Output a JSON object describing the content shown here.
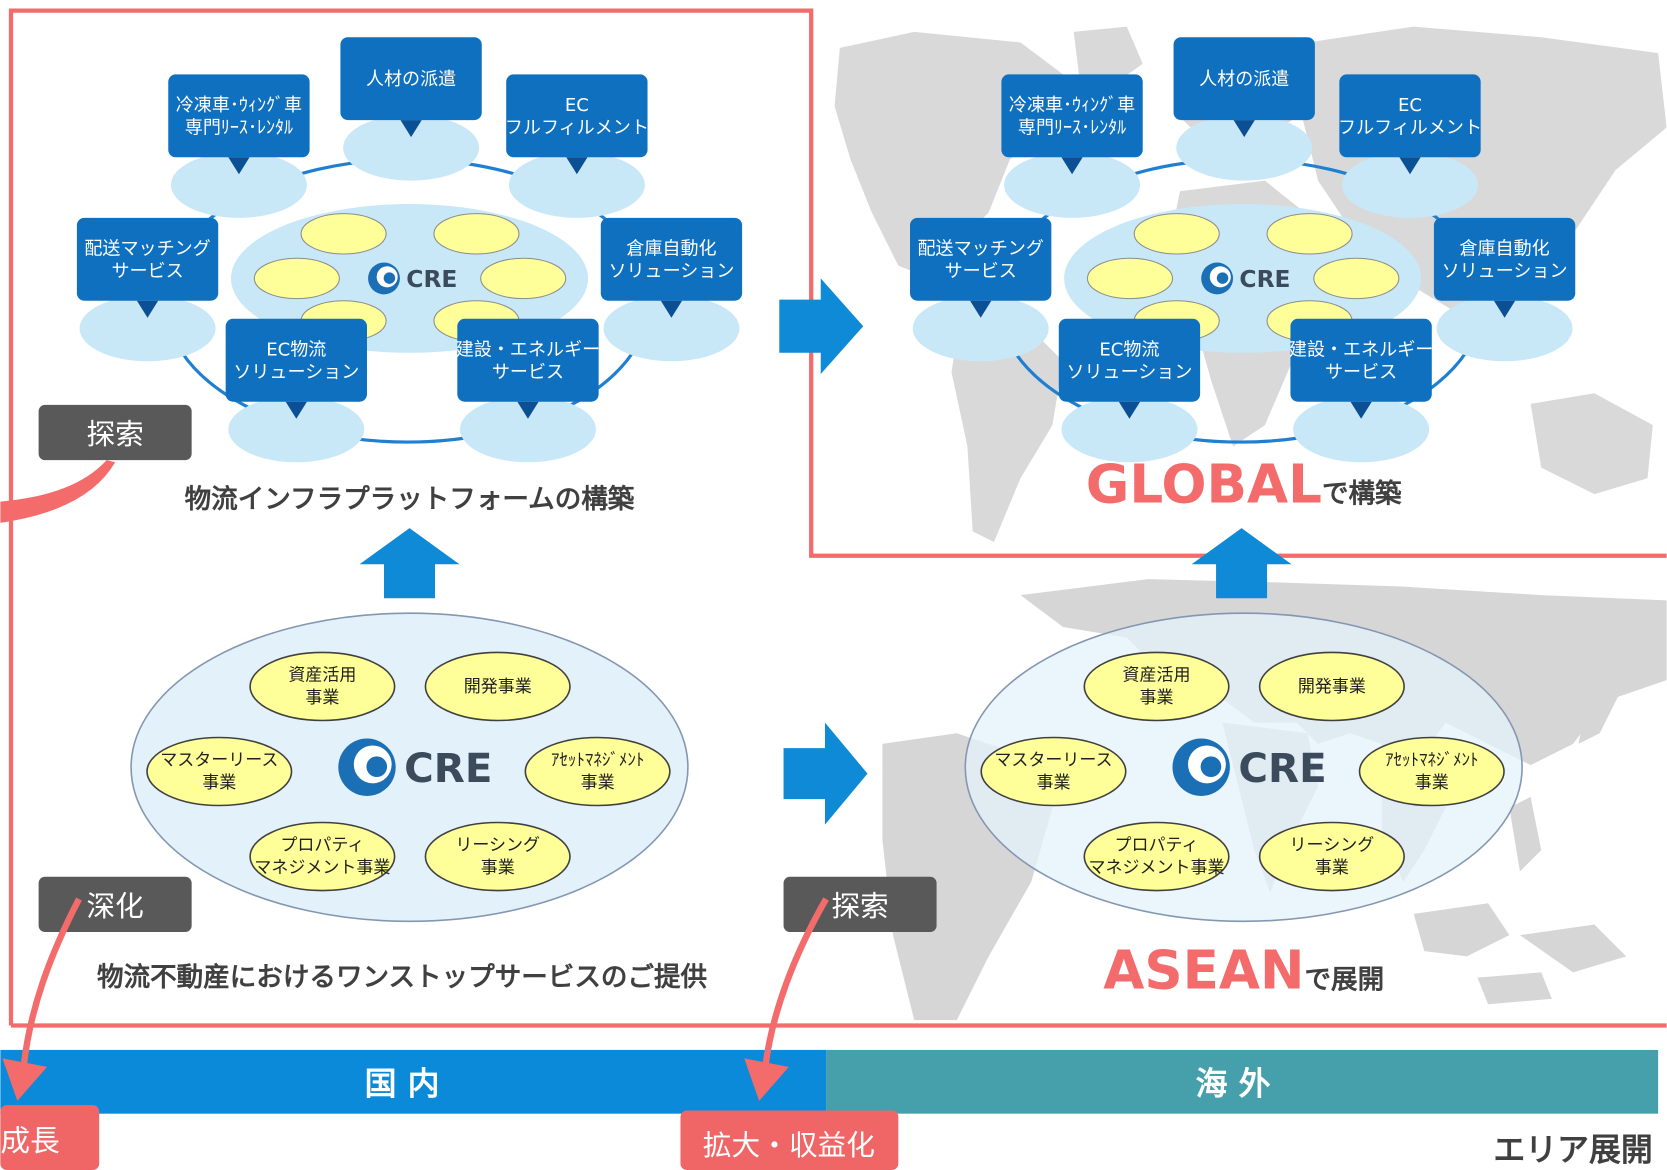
{
  "left_panel": {
    "platform": {
      "logo_text": "CRE",
      "services": [
        {
          "lines": [
            "冷凍車･ｳｨﾝｸﾞ車",
            "専門ﾘｰｽ･ﾚﾝﾀﾙ"
          ]
        },
        {
          "lines": [
            "人材の派遣"
          ]
        },
        {
          "lines": [
            "EC",
            "フルフィルメント"
          ]
        },
        {
          "lines": [
            "配送マッチング",
            "サービス"
          ]
        },
        {
          "lines": [
            "倉庫自動化",
            "ソリューション"
          ]
        },
        {
          "lines": [
            "EC物流",
            "ソリューション"
          ]
        },
        {
          "lines": [
            "建設・エネルギー",
            "サービス"
          ]
        }
      ],
      "caption": "物流インフラプラットフォームの構築"
    },
    "business": {
      "logo_text": "CRE",
      "items": [
        {
          "lines": [
            "資産活用",
            "事業"
          ]
        },
        {
          "lines": [
            "開発事業"
          ]
        },
        {
          "lines": [
            "マスターリース",
            "事業"
          ]
        },
        {
          "lines": [
            "ｱｾｯﾄﾏﾈｼﾞﾒﾝﾄ",
            "事業"
          ]
        },
        {
          "lines": [
            "プロパティ",
            "マネジメント事業"
          ]
        },
        {
          "lines": [
            "リーシング",
            "事業"
          ]
        }
      ],
      "caption": "物流不動産におけるワンストップサービスのご提供"
    }
  },
  "right_panel": {
    "platform": {
      "logo_text": "CRE",
      "services": [
        {
          "lines": [
            "冷凍車･ｳｨﾝｸﾞ車",
            "専門ﾘｰｽ･ﾚﾝﾀﾙ"
          ]
        },
        {
          "lines": [
            "人材の派遣"
          ]
        },
        {
          "lines": [
            "EC",
            "フルフィルメント"
          ]
        },
        {
          "lines": [
            "配送マッチング",
            "サービス"
          ]
        },
        {
          "lines": [
            "倉庫自動化",
            "ソリューション"
          ]
        },
        {
          "lines": [
            "EC物流",
            "ソリューション"
          ]
        },
        {
          "lines": [
            "建設・エネルギー",
            "サービス"
          ]
        }
      ],
      "caption_highlight": "GLOBAL",
      "caption_suffix": "で構築"
    },
    "business": {
      "logo_text": "CRE",
      "items": [
        {
          "lines": [
            "資産活用",
            "事業"
          ]
        },
        {
          "lines": [
            "開発事業"
          ]
        },
        {
          "lines": [
            "マスターリース",
            "事業"
          ]
        },
        {
          "lines": [
            "ｱｾｯﾄﾏﾈｼﾞﾒﾝﾄ",
            "事業"
          ]
        },
        {
          "lines": [
            "プロパティ",
            "マネジメント事業"
          ]
        },
        {
          "lines": [
            "リーシング",
            "事業"
          ]
        }
      ],
      "caption_highlight": "ASEAN",
      "caption_suffix": "で展開"
    }
  },
  "tags": {
    "explore_upper": "探索",
    "deepen": "深化",
    "explore_lower": "探索"
  },
  "outcomes": {
    "growth": "成長",
    "expansion": "拡大・収益化"
  },
  "area_axis": {
    "domestic": "国 内",
    "overseas": "海 外",
    "label": "エリア展開"
  },
  "colors": {
    "callout_blue": "#0f70c0",
    "callout_pointer": "#0b4f94",
    "light_blue": "#c8e8f8",
    "ring_blue": "#1f7fd0",
    "yellow": "#ffff99",
    "pale_blue": "#e3f1fb",
    "logo_blue": "#1a6fb5",
    "logo_text": "#3b4b5c",
    "accent_red": "#f36b6b",
    "arrow_blue": "#0e8ad6",
    "domestic_bar": "#0a8ad8",
    "overseas_bar": "#46a0ab",
    "tag_gray": "#595959",
    "map_gray": "#d9d9d9",
    "text_dark": "#404040"
  }
}
